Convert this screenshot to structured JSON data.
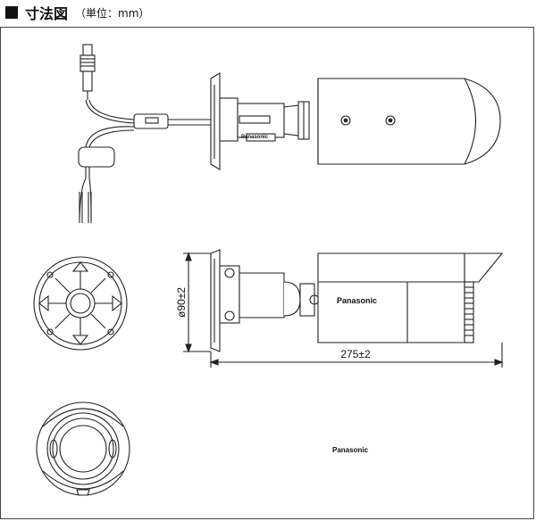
{
  "header": {
    "title": "寸法図",
    "unit": "（単位：mm）"
  },
  "labels": {
    "diameter": "ø90±2",
    "length": "275±2",
    "brand_body": "Panasonic",
    "brand_top": "Panasonic",
    "brand_bottom": "Panasonic"
  },
  "colors": {
    "line": "#222222",
    "fill": "#ffffff",
    "accent": "#111111"
  }
}
